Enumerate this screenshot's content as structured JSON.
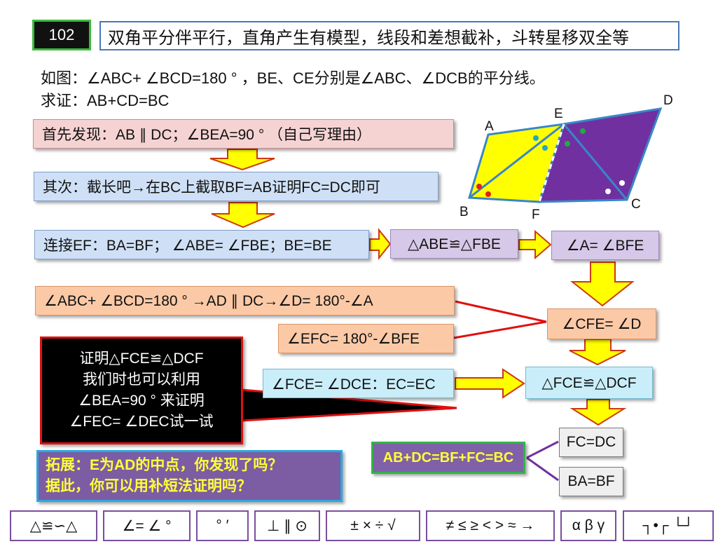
{
  "header": {
    "number": "102",
    "title": "双角平分伴平行，直角产生有模型，线段和差想截补，斗转星移双全等"
  },
  "problem": {
    "line1": "如图：∠ABC+ ∠BCD=180 ° ，BE、CE分别是∠ABC、∠DCB的平分线。",
    "line2": "求证：AB+CD=BC"
  },
  "steps": {
    "first": "首先发现：AB ∥ DC；∠BEA=90 ° （自己写理由）",
    "second": "其次：截长吧→在BC上截取BF=AB证明FC=DC即可",
    "connect": "连接EF：BA=BF； ∠ABE= ∠FBE；BE=BE",
    "congruent1": "△ABE≌△FBE",
    "angleA": "∠A= ∠BFE",
    "sumD": "∠ABC+ ∠BCD=180 ° →AD ∥ DC→∠D= 180°-∠A",
    "efc": "∠EFC= 180°-∠BFE",
    "cfe": "∠CFE= ∠D",
    "fce": "∠FCE= ∠DCE：EC=EC",
    "congruent2": "△FCE≌△DCF",
    "fcdc": "FC=DC",
    "babf": "BA=BF",
    "conclusion": "AB+DC=BF+FC=BC"
  },
  "note": {
    "line1": "证明△FCE≌△DCF",
    "line2": "我们时也可以利用",
    "line3": "∠BEA=90 °  来证明",
    "line4": "∠FEC= ∠DEC试一试"
  },
  "extension": {
    "line1": "拓展：E为AD的中点，你发现了吗？",
    "line2": "据此，你可以用补短法证明吗？"
  },
  "figure": {
    "labels": {
      "A": "A",
      "B": "B",
      "C": "C",
      "D": "D",
      "E": "E",
      "F": "F"
    },
    "colors": {
      "yellow": "#ffff00",
      "purple": "#7030a0",
      "outline": "#3a86c8"
    }
  },
  "toolbar": {
    "items": [
      "△≌∽△",
      "∠= ∠ °",
      "°  ′",
      "⊥ ∥ ⊙",
      "±  ×  ÷ √",
      "≠ ≤ ≥ < > ≈ →",
      "α β γ",
      "┐•┌ └┘"
    ]
  },
  "colors": {
    "arrow_fill": "#ffff00",
    "arrow_stroke": "#e03010",
    "connector_red": "#e01010",
    "connector_purple": "#7030a0"
  }
}
